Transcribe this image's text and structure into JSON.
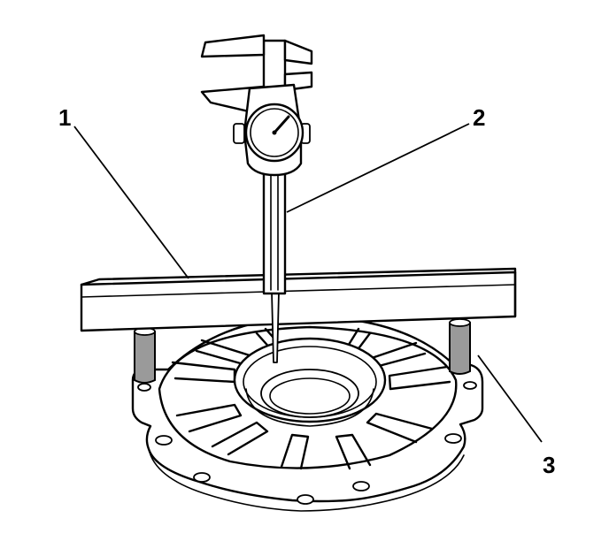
{
  "callouts": [
    {
      "id": "1",
      "text": "1"
    },
    {
      "id": "2",
      "text": "2"
    },
    {
      "id": "3",
      "text": "3"
    }
  ],
  "colors": {
    "line": "#000000",
    "background": "#ffffff",
    "knurl": "#9a9a9a"
  }
}
